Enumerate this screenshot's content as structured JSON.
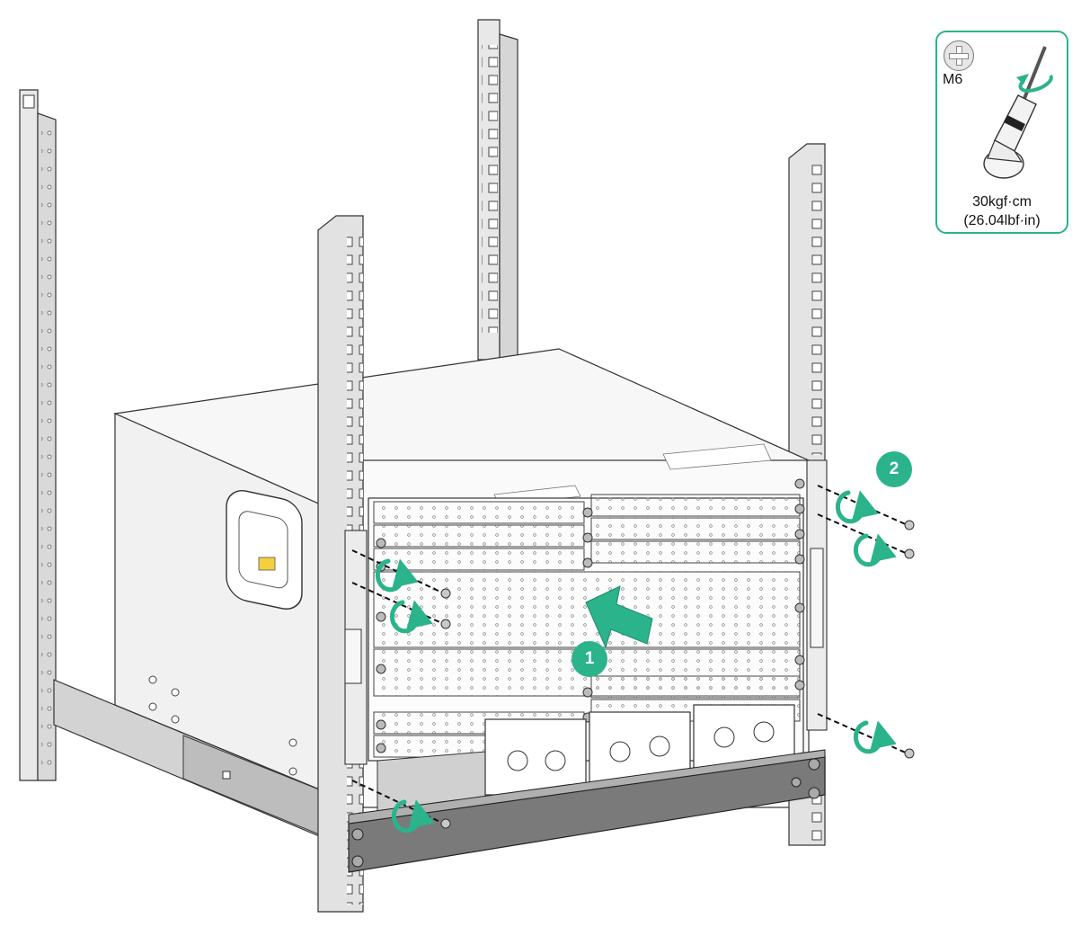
{
  "legend": {
    "screw_size": "M6",
    "torque_metric": "30kgf·cm",
    "torque_imperial": "(26.04lbf·in)",
    "icons": [
      "phillips-screw-head-icon",
      "torque-screwdriver-icon",
      "rotation-arrow-icon"
    ]
  },
  "steps": [
    {
      "number": "1"
    },
    {
      "number": "2"
    }
  ],
  "colors": {
    "accent": "#2bb38b",
    "line": "#333333",
    "rail": "#e3e3e3",
    "chassis": "#f4f4f4"
  }
}
